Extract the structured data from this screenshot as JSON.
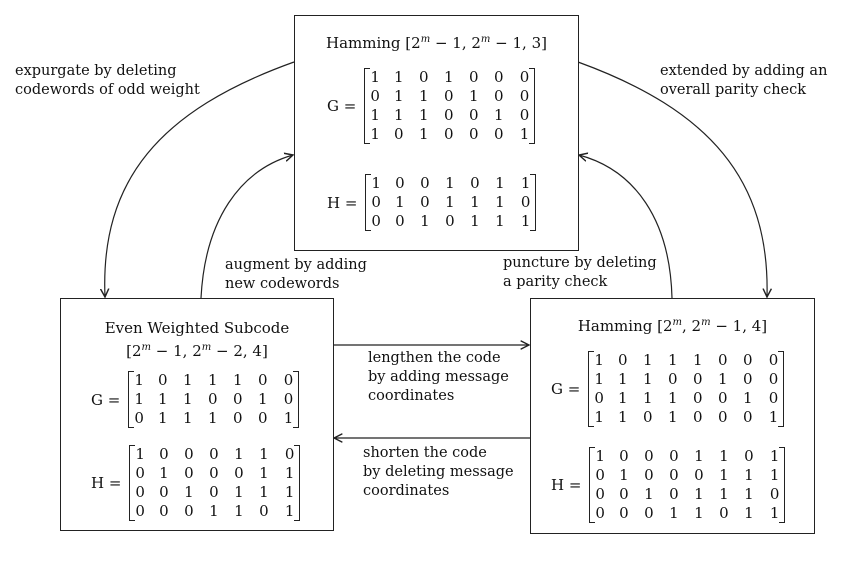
{
  "boxes": {
    "top": {
      "title_prefix": "Hamming [2",
      "title_parts": [
        "Hamming [2",
        "m",
        " − 1, 2",
        "m",
        " − 1, 3]"
      ],
      "G_label": "G =",
      "H_label": "H =",
      "G": [
        [
          1,
          1,
          0,
          1,
          0,
          0,
          0
        ],
        [
          0,
          1,
          1,
          0,
          1,
          0,
          0
        ],
        [
          1,
          1,
          1,
          0,
          0,
          1,
          0
        ],
        [
          1,
          0,
          1,
          0,
          0,
          0,
          1
        ]
      ],
      "H": [
        [
          1,
          0,
          0,
          1,
          0,
          1,
          1
        ],
        [
          0,
          1,
          0,
          1,
          1,
          1,
          0
        ],
        [
          0,
          0,
          1,
          0,
          1,
          1,
          1
        ]
      ]
    },
    "left": {
      "title_line1": "Even Weighted Subcode",
      "title_parts": [
        "[2",
        "m",
        " − 1, 2",
        "m",
        " − 2, 4]"
      ],
      "G_label": "G =",
      "H_label": "H =",
      "G": [
        [
          1,
          0,
          1,
          1,
          1,
          0,
          0
        ],
        [
          1,
          1,
          1,
          0,
          0,
          1,
          0
        ],
        [
          0,
          1,
          1,
          1,
          0,
          0,
          1
        ]
      ],
      "H": [
        [
          1,
          0,
          0,
          0,
          1,
          1,
          0
        ],
        [
          0,
          1,
          0,
          0,
          0,
          1,
          1
        ],
        [
          0,
          0,
          1,
          0,
          1,
          1,
          1
        ],
        [
          0,
          0,
          0,
          1,
          1,
          0,
          1
        ]
      ]
    },
    "right": {
      "title_parts": [
        "Hamming [2",
        "m",
        ", 2",
        "m",
        " − 1, 4]"
      ],
      "G_label": "G =",
      "H_label": "H =",
      "G": [
        [
          1,
          0,
          1,
          1,
          1,
          0,
          0,
          0
        ],
        [
          1,
          1,
          1,
          0,
          0,
          1,
          0,
          0
        ],
        [
          0,
          1,
          1,
          1,
          0,
          0,
          1,
          0
        ],
        [
          1,
          1,
          0,
          1,
          0,
          0,
          0,
          1
        ]
      ],
      "H": [
        [
          1,
          0,
          0,
          0,
          1,
          1,
          0,
          1
        ],
        [
          0,
          1,
          0,
          0,
          0,
          1,
          1,
          1
        ],
        [
          0,
          0,
          1,
          0,
          1,
          1,
          1,
          0
        ],
        [
          0,
          0,
          0,
          1,
          1,
          0,
          1,
          1
        ]
      ]
    }
  },
  "edges": {
    "expurgate": [
      "expurgate by deleting",
      "codewords of odd weight"
    ],
    "extend": [
      "extended by adding an",
      "overall parity check"
    ],
    "augment": [
      "augment by adding",
      "new codewords"
    ],
    "puncture": [
      "puncture by deleting",
      "a parity check"
    ],
    "lengthen": [
      "lengthen the code",
      "by adding message",
      "coordinates"
    ],
    "shorten": [
      "shorten the code",
      "by deleting message",
      "coordinates"
    ]
  }
}
